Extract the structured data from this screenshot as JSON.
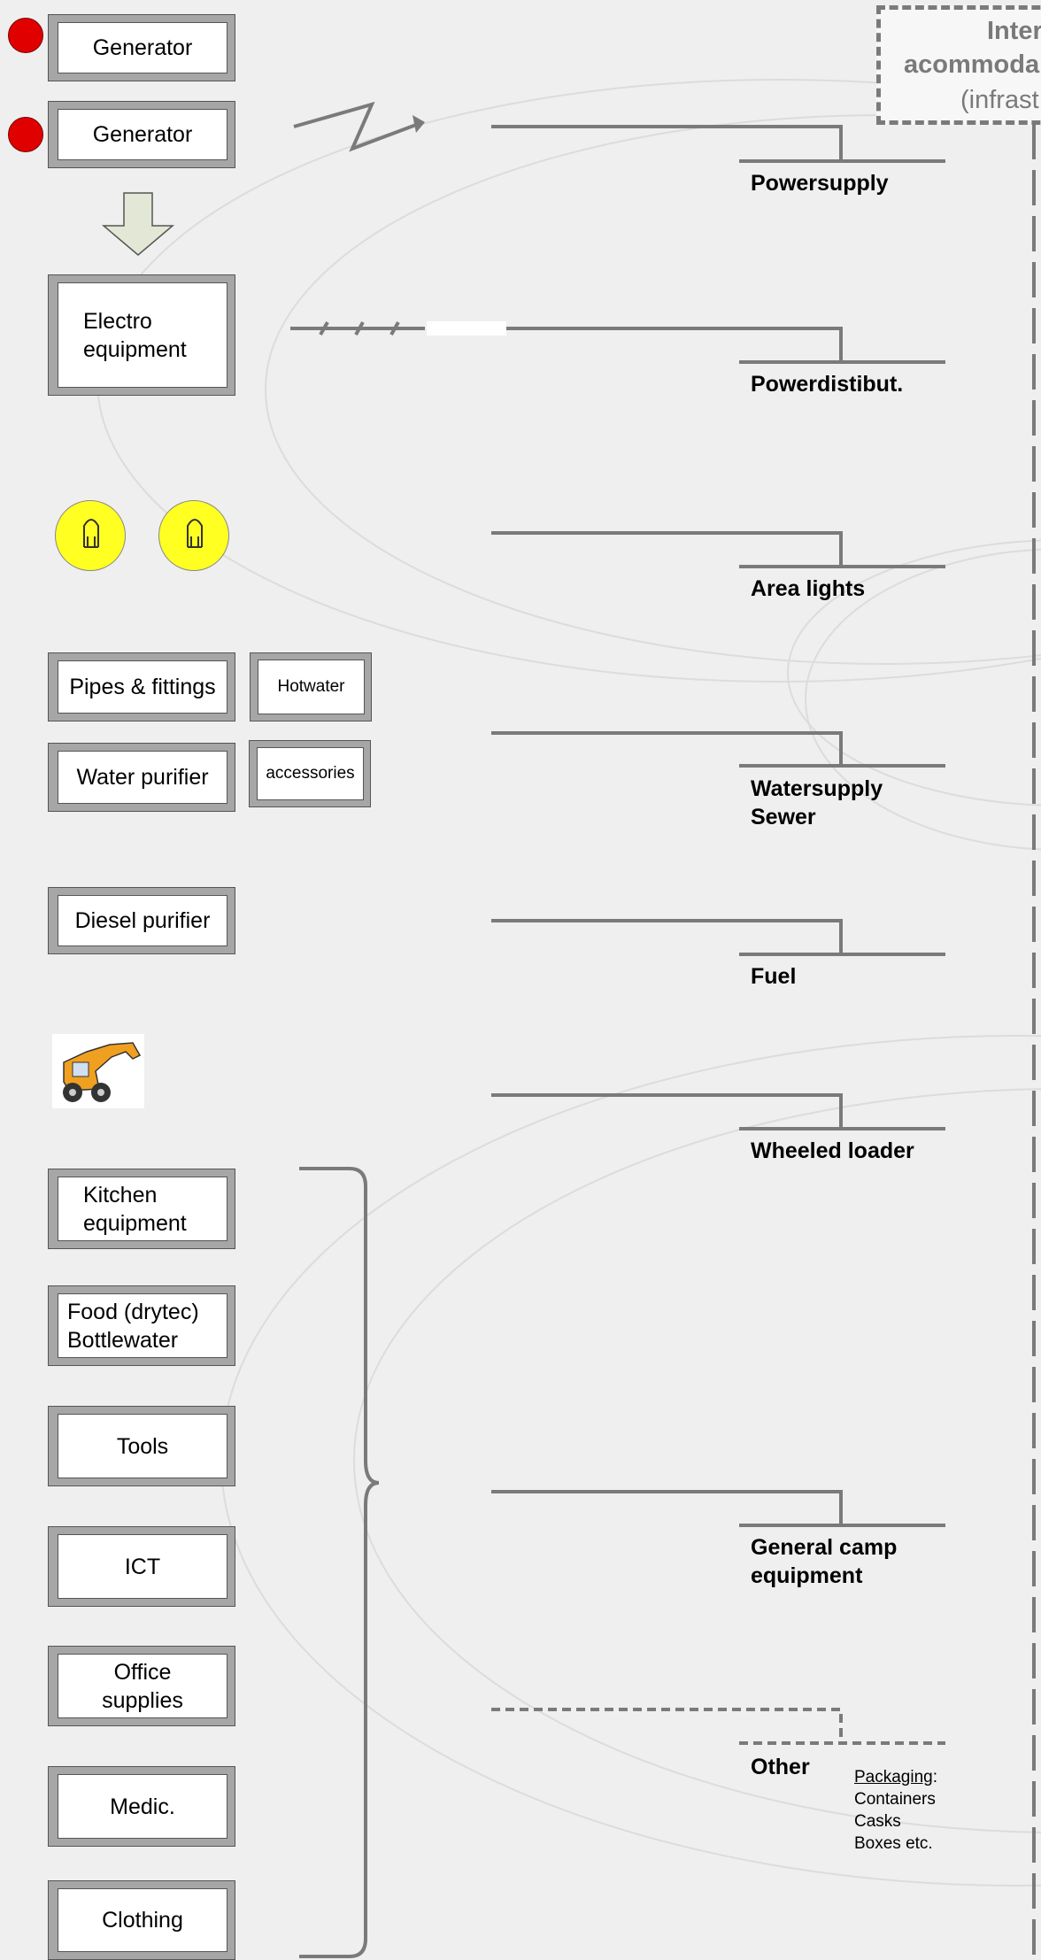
{
  "header": {
    "line1": "Inter",
    "line2": "acommoda",
    "line3": "(infrast"
  },
  "left_items": {
    "generator_1": "Generator",
    "generator_2": "Generator",
    "electro": "Electro\nequipment",
    "pipes": "Pipes & fittings",
    "hotwater": "Hotwater",
    "water_purifier": "Water purifier",
    "accessories": "accessories",
    "diesel_purifier": "Diesel purifier",
    "kitchen": "Kitchen\nequipment",
    "food": "Food (drytec)\nBottlewater",
    "tools": "Tools",
    "ict": "ICT",
    "office": "Office\nsupplies",
    "medic": "Medic.",
    "clothing": "Clothing"
  },
  "categories": {
    "powersupply": "Powersupply",
    "powerdist": "Powerdistibut.",
    "area_lights": "Area lights",
    "watersupply": "Watersupply\nSewer",
    "fuel": "Fuel",
    "wheeled_loader": "Wheeled loader",
    "general_camp": "General camp\nequipment",
    "other": "Other"
  },
  "packaging": {
    "heading": "Packaging",
    "colon": ":",
    "items": [
      "Containers",
      "Casks",
      "Boxes etc."
    ]
  },
  "colors": {
    "connector": "#7a7a7a",
    "box_frame": "#a6a6a6",
    "status_dot": "#e00000",
    "bulb": "#ffff22",
    "arrow_fill": "#e3e8d6"
  },
  "icons": {
    "loader": "wheel-loader-icon",
    "bulb": "light-bulb-icon",
    "arrow": "down-arrow-icon"
  }
}
